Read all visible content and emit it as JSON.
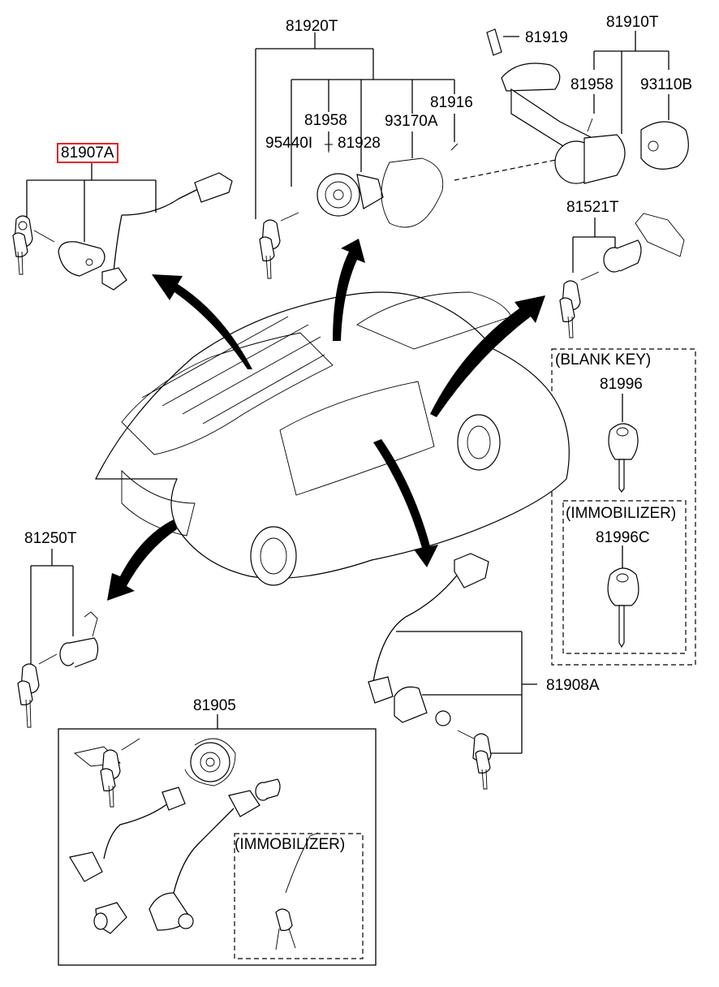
{
  "diagram": {
    "title": "Key & Cylinder Set",
    "highlight_color": "#e0242b",
    "callouts": {
      "c81907A": "81907A",
      "c81920T": "81920T",
      "c81958a": "81958",
      "c81916": "81916",
      "c93170A": "93170A",
      "c95440I": "95440I",
      "c81928": "81928",
      "c81919": "81919",
      "c81910T": "81910T",
      "c81958b": "81958",
      "c93110B": "93110B",
      "c81521T": "81521T",
      "c81996": "81996",
      "c81996C": "81996C",
      "c81250T": "81250T",
      "c81908A": "81908A",
      "c81905": "81905"
    },
    "notes": {
      "blank_key": "(BLANK KEY)",
      "immobilizer_key": "(IMMOBILIZER)",
      "immobilizer_set": "(IMMOBILIZER)"
    },
    "selected_part": "81907A"
  }
}
